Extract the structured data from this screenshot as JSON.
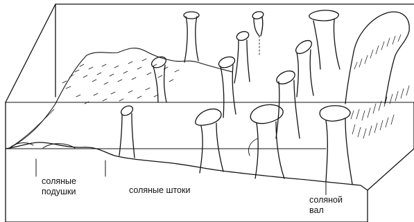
{
  "diagram": {
    "labels": {
      "salt_pillows": [
        "соляные",
        "подушки"
      ],
      "salt_stocks": "соляные штоки",
      "salt_wall": [
        "соляной",
        "вал"
      ]
    },
    "colors": {
      "ink": "#111111",
      "background": "#ffffff"
    }
  }
}
